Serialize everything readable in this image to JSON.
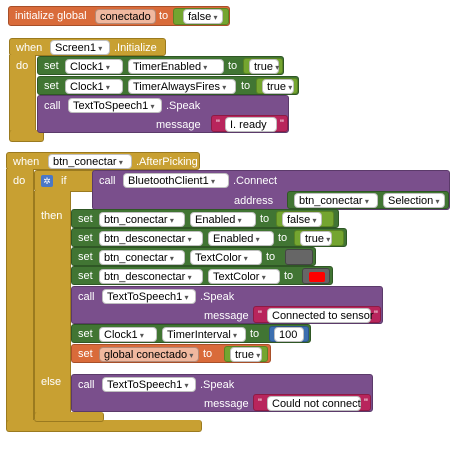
{
  "global": {
    "initialize_label": "initialize global",
    "var_name": "conectado",
    "to_label": "to",
    "value": "false"
  },
  "screen_init": {
    "when_label": "when",
    "component": "Screen1",
    "event": ".Initialize",
    "do_label": "do",
    "set_label": "set",
    "to_label": "to",
    "stmt1": {
      "component": "Clock1",
      "property": "TimerEnabled",
      "value": "true"
    },
    "stmt2": {
      "component": "Clock1",
      "property": "TimerAlwaysFires",
      "value": "true"
    },
    "call": {
      "call_label": "call",
      "component": "TextToSpeech1",
      "method": ".Speak",
      "arg_label": "message",
      "message": "I. ready"
    }
  },
  "after_picking": {
    "when_label": "when",
    "component": "btn_conectar",
    "event": ".AfterPicking",
    "do_label": "do",
    "if_label": "if",
    "then_label": "then",
    "else_label": "else",
    "connect": {
      "call_label": "call",
      "component": "BluetoothClient1",
      "method": ".Connect",
      "arg_label": "address",
      "arg_component": "btn_conectar",
      "arg_property": "Selection"
    },
    "set_label": "set",
    "to_label": "to",
    "then_sets": [
      {
        "component": "btn_conectar",
        "property": "Enabled",
        "value": "false"
      },
      {
        "component": "btn_desconectar",
        "property": "Enabled",
        "value": "true"
      },
      {
        "component": "btn_conectar",
        "property": "TextColor",
        "color": "#666666"
      },
      {
        "component": "btn_desconectar",
        "property": "TextColor",
        "color": "#ff0000"
      }
    ],
    "then_speak": {
      "call_label": "call",
      "component": "TextToSpeech1",
      "method": ".Speak",
      "arg_label": "message",
      "message": "Connected to sensor"
    },
    "then_timer": {
      "component": "Clock1",
      "property": "TimerInterval",
      "value": "100"
    },
    "then_global": {
      "label": "global conectado",
      "value": "true"
    },
    "else_speak": {
      "call_label": "call",
      "component": "TextToSpeech1",
      "method": ".Speak",
      "arg_label": "message",
      "message": "Could not connect"
    }
  },
  "colors": {
    "variable": "#d96b3a",
    "event": "#c8a032",
    "component": "#417533",
    "logic": "#74a530",
    "procedure_call": "#7a4f8c",
    "text": "#b8255c",
    "math": "#3c6fb0"
  }
}
